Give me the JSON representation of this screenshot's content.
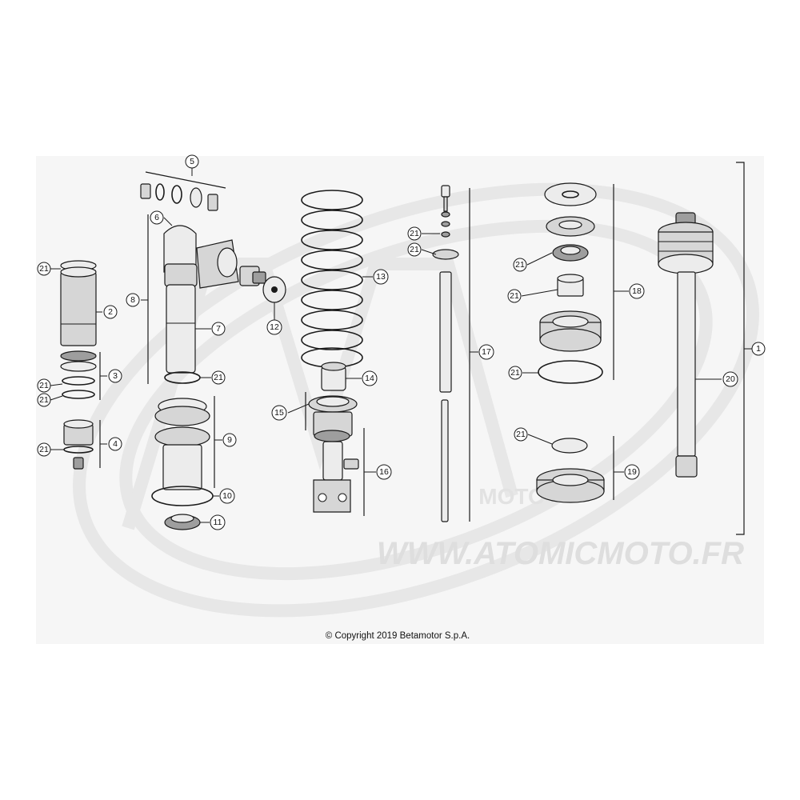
{
  "watermark": {
    "logo_text": "MOTO",
    "url": "WWW.ATOMICMOTO.FR"
  },
  "copyright": "© Copyright 2019 Betamotor S.p.A.",
  "callouts": {
    "n1": "1",
    "n2": "2",
    "n3": "3",
    "n4": "4",
    "n5": "5",
    "n6": "6",
    "n7": "7",
    "n8": "8",
    "n9": "9",
    "n10": "10",
    "n11": "11",
    "n12": "12",
    "n13": "13",
    "n14": "14",
    "n15": "15",
    "n16": "16",
    "n17": "17",
    "n18": "18",
    "n19": "19",
    "n20": "20",
    "n21": "21"
  }
}
